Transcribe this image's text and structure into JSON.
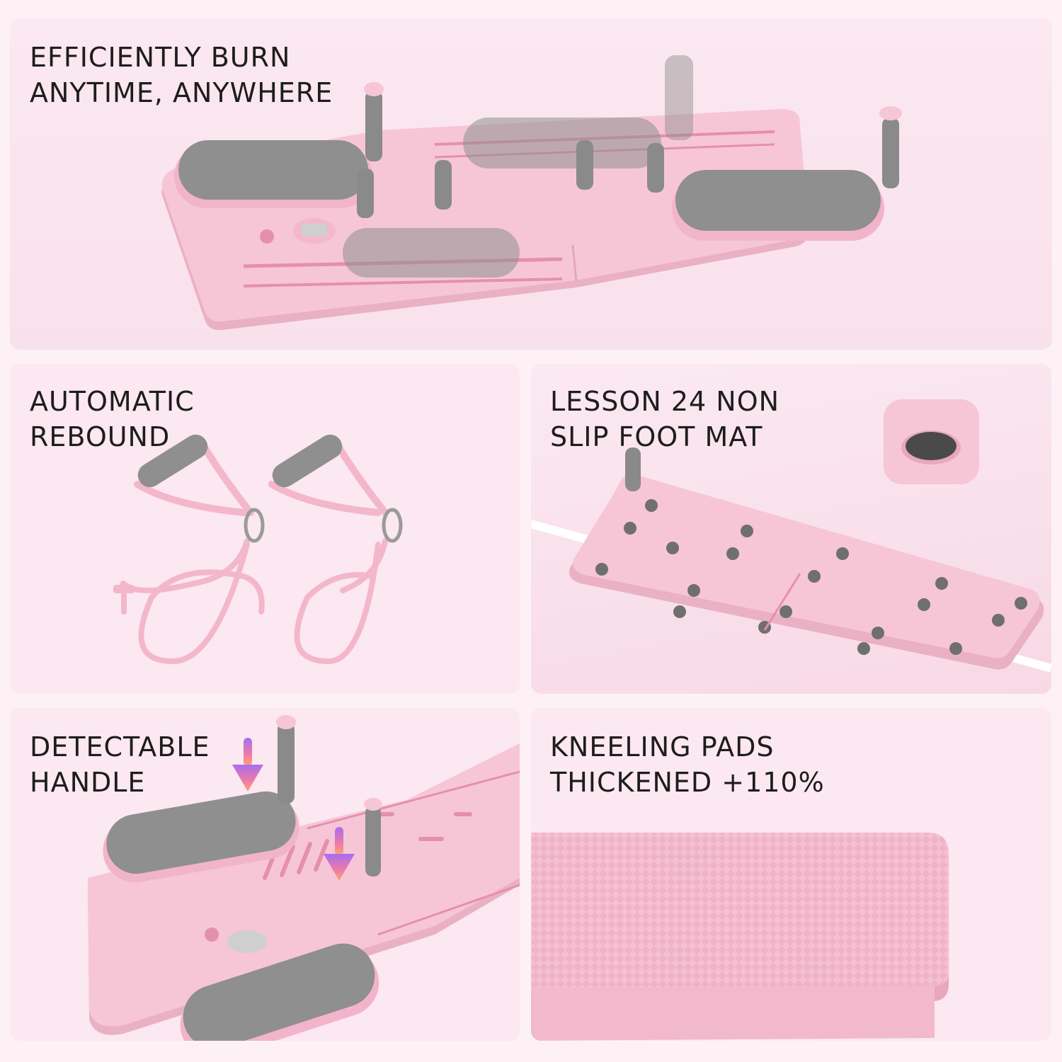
{
  "panels": {
    "burn": {
      "line1": "EFFICIENTLY BURN",
      "line2": "ANYTIME, ANYWHERE"
    },
    "rebound": {
      "line1": "AUTOMATIC",
      "line2": "REBOUND"
    },
    "mat": {
      "line1": "LESSON 24 NON",
      "line2": "SLIP FOOT MAT"
    },
    "handle": {
      "line1": "DETECTABLE",
      "line2": "HANDLE"
    },
    "pads": {
      "line1": "KNEELING PADS",
      "line2": "THICKENED +110%"
    }
  },
  "colors": {
    "board_pink": "#f6c6d6",
    "board_shadow": "#eab0c4",
    "pad_gray": "#8f8f8f",
    "grip_gray": "#8a8a8a",
    "caption": "#1d1d1d"
  },
  "icons": {
    "arrows": "down-arrow-icon"
  }
}
